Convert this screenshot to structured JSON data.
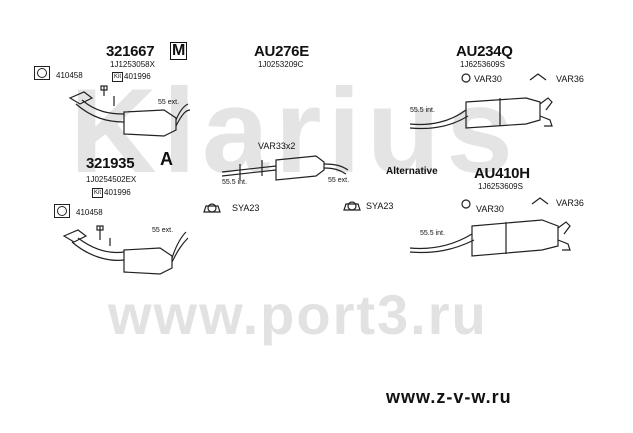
{
  "watermark": {
    "brand": "Klarius",
    "url": "www.port3.ru"
  },
  "footer": {
    "site": "www.z-v-w.ru"
  },
  "alternative_label": "Alternative",
  "parts": {
    "cat1": {
      "number": "321667",
      "oem": "1J1253058X",
      "kit_label": "Kit",
      "kit": "401996",
      "ring": "410458",
      "ext": "55 ext.",
      "badge": "M"
    },
    "cat2": {
      "number": "321935",
      "oem": "1J0254502EX",
      "kit_label": "Kit",
      "kit": "401996",
      "ring": "410458",
      "ext": "55 ext."
    },
    "mid": {
      "number": "AU276E",
      "oem": "1J0253209C",
      "clamp": "VAR33x2",
      "ext_left": "55.5 int.",
      "ext_right": "55 ext.",
      "mount_left": "SYA23",
      "mount_right": "SYA23"
    },
    "rear1": {
      "number": "AU234Q",
      "oem": "1J6253609S",
      "var_left": "VAR30",
      "var_right": "VAR36",
      "int": "55.5 int."
    },
    "rear2": {
      "number": "AU410H",
      "oem": "1J6253609S",
      "var_left": "VAR30",
      "var_right": "VAR36",
      "int": "55.5 int."
    }
  }
}
